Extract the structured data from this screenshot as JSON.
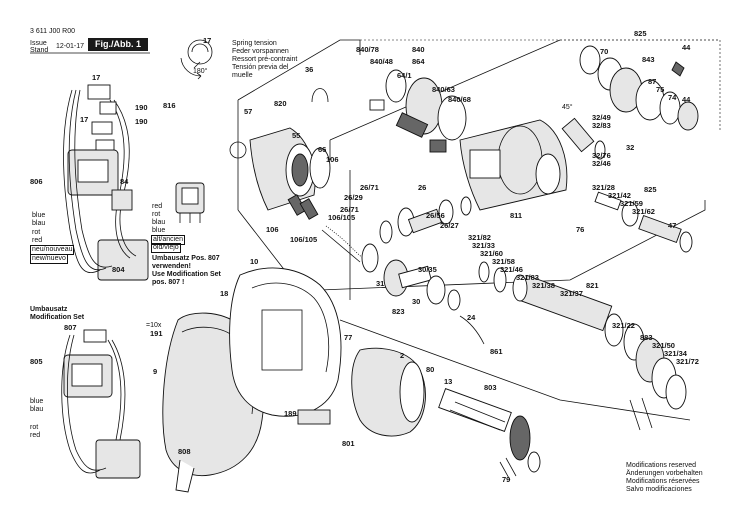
{
  "header": {
    "code": "3 611 J00 R00",
    "issue_label": "Issue",
    "stand_label": "Stand",
    "date": "12-01-17",
    "fig_label": "Fig./Abb. 1"
  },
  "spring": {
    "num": "17",
    "angle": "180°",
    "lines": [
      "Spring tension",
      "Feder vorspannen",
      "Ressort pré-contraint",
      "Tensión previa del",
      "muelle"
    ]
  },
  "wire_colors": {
    "block1": [
      "blue",
      "blau",
      "rot",
      "red"
    ],
    "block2": [
      "red",
      "rot",
      "blau",
      "blue"
    ],
    "block3": [
      "blue",
      "blau",
      "rot",
      "red"
    ]
  },
  "versions": {
    "new": [
      "neu/nouveau",
      "new/nuevo"
    ],
    "old": [
      "alt/ancien",
      "old/viejo"
    ]
  },
  "notes": {
    "umbausatz_a": [
      "Umbausatz Pos. 807",
      "verwenden!",
      "Use Modification Set",
      "pos. 807 !"
    ],
    "umbausatz_b": [
      "Umbausatz",
      "Modification Set"
    ],
    "qty": "=10x"
  },
  "footer": [
    "Modifications reserved",
    "Änderungen vorbehalten",
    "Modifications réservées",
    "Salvo modificaciones"
  ],
  "parts": {
    "p816": "816",
    "p17a": "17",
    "p190a": "190",
    "p17b": "17",
    "p190b": "190",
    "p806": "806",
    "p84": "84",
    "p804": "804",
    "p807": "807",
    "p805": "805",
    "p36": "36",
    "p820": "820",
    "p57": "57",
    "p55": "55",
    "p66": "66",
    "p106a": "106",
    "p106b": "106",
    "p106_105a": "106/105",
    "p106_105b": "106/105",
    "p840_78": "840/78",
    "p840_48": "840/48",
    "p840": "840",
    "p864": "864",
    "p64_1": "64/1",
    "p840_63": "840/63",
    "p840_68": "840/68",
    "p811": "811",
    "p76": "76",
    "p26_71a": "26/71",
    "p26_29": "26/29",
    "p26": "26",
    "p26_71b": "26/71",
    "p26_56": "26/56",
    "p26_27": "26/27",
    "p321_82": "321/82",
    "p321_33": "321/33",
    "p321_60": "321/60",
    "p321_58": "321/58",
    "p321_46": "321/46",
    "p321_83": "321/83",
    "p321_38": "321/38",
    "p321_37": "321/37",
    "p821": "821",
    "p31": "31",
    "p30_35": "30/35",
    "p30": "30",
    "p24": "24",
    "p823": "823",
    "p861": "861",
    "p825a": "825",
    "p70": "70",
    "p843": "843",
    "p44a": "44",
    "p44b": "44",
    "p87": "87",
    "p75": "75",
    "p74": "74",
    "p45deg": "45°",
    "p32_49": "32/49",
    "p32_83": "32/83",
    "p32": "32",
    "p32_76": "32/76",
    "p32_46": "32/46",
    "p321_28": "321/28",
    "p321_42": "321/42",
    "p825b": "825",
    "p321_59": "321/59",
    "p321_62": "321/62",
    "p47": "47",
    "p321_22": "321/22",
    "p883": "883",
    "p321_50": "321/50",
    "p321_34": "321/34",
    "p321_72": "321/72",
    "p10": "10",
    "p18": "18",
    "p191": "191",
    "p9": "9",
    "p77": "77",
    "p2": "2",
    "p80": "80",
    "p13": "13",
    "p803": "803",
    "p189": "189",
    "p801": "801",
    "p808": "808",
    "p79": "79"
  }
}
